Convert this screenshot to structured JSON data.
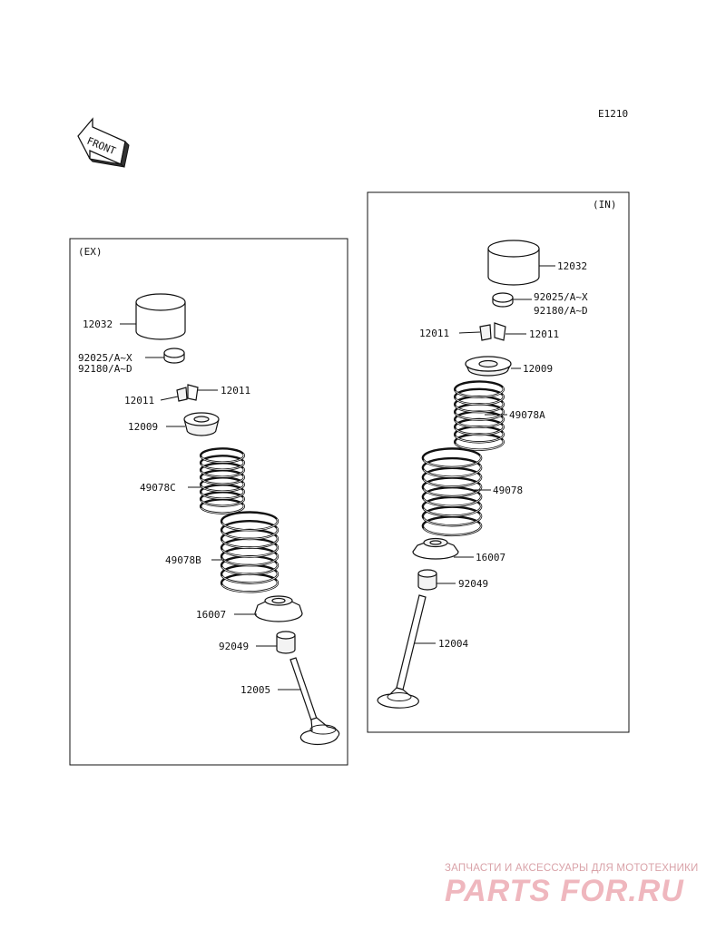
{
  "diagram_code": "E1210",
  "front_label": "FRONT",
  "sections": {
    "ex": {
      "title": "(EX)",
      "labels": {
        "tappet": "12032",
        "shim": "92025/A~X",
        "shim_alt": "92180/A~D",
        "cotter_left": "12011",
        "cotter_right": "12011",
        "retainer": "12009",
        "spring_inner": "49078C",
        "spring_outer": "49078B",
        "spring_seat": "16007",
        "seal": "92049",
        "valve": "12005"
      }
    },
    "in": {
      "title": "(IN)",
      "labels": {
        "tappet": "12032",
        "shim": "92025/A~X",
        "shim_alt": "92180/A~D",
        "cotter_left": "12011",
        "cotter_right": "12011",
        "retainer": "12009",
        "spring_inner": "49078A",
        "spring_outer": "49078",
        "spring_seat": "16007",
        "seal": "92049",
        "valve": "12004"
      }
    }
  },
  "watermark": {
    "tagline": "ЗАПЧАСТИ И АКСЕССУАРЫ ДЛЯ МОТОТЕХНИКИ",
    "logo": "PARTS FOR.RU"
  }
}
